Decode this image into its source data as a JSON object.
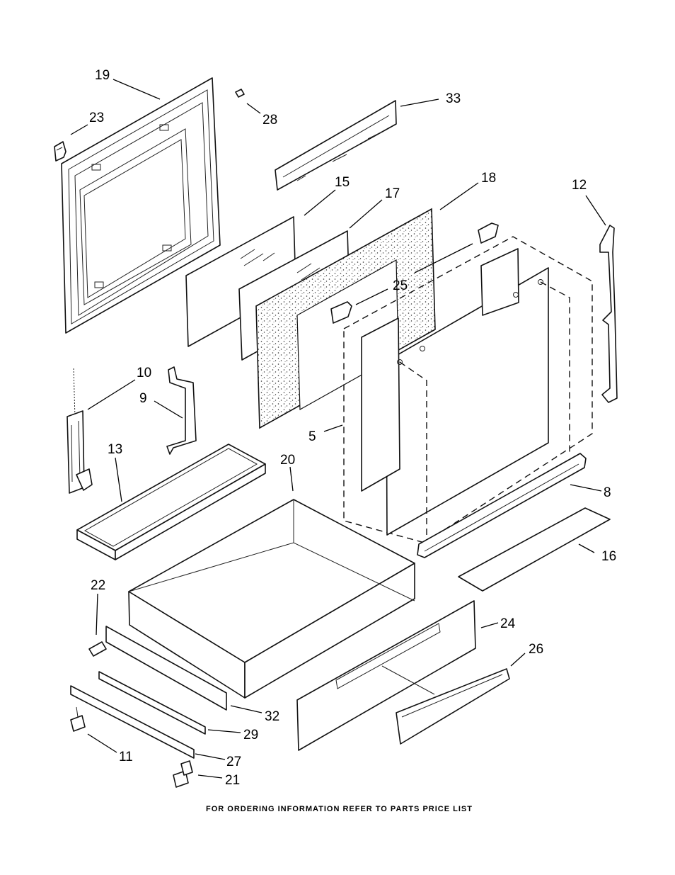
{
  "labels": {
    "p19": "19",
    "p23": "23",
    "p28": "28",
    "p33": "33",
    "p15": "15",
    "p17": "17",
    "p18": "18",
    "p12": "12",
    "p25": "25",
    "p10": "10",
    "p9": "9",
    "p5": "5",
    "p13": "13",
    "p20": "20",
    "p8": "8",
    "p16": "16",
    "p22": "22",
    "p24": "24",
    "p26": "26",
    "p32": "32",
    "p29": "29",
    "p11": "11",
    "p27": "27",
    "p21": "21"
  },
  "footer": "FOR ORDERING INFORMATION REFER TO PARTS PRICE LIST"
}
